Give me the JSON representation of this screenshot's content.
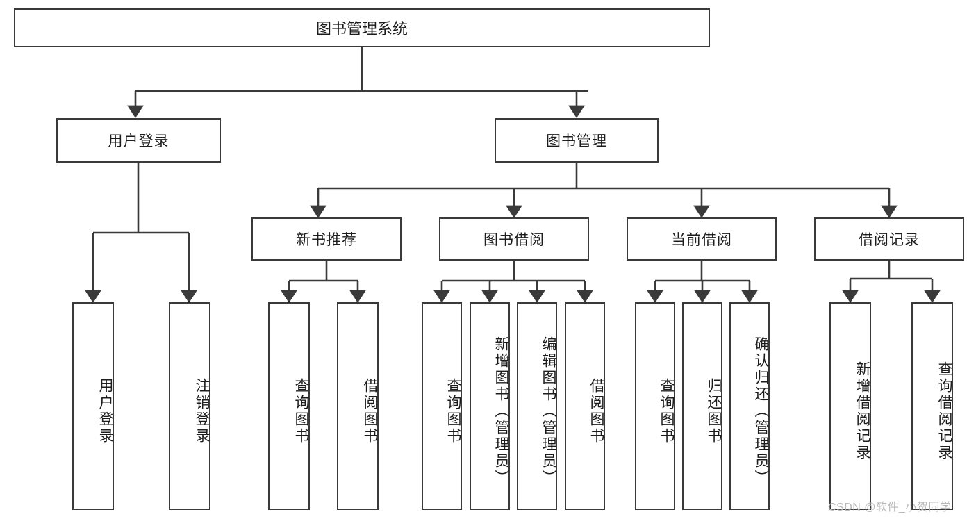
{
  "diagram": {
    "title": "图书管理系统",
    "watermark": "CSDN @软件_小贺同学",
    "colors": {
      "stroke": "#3a3a3a",
      "fill": "#ffffff",
      "text": "#1c1c1c",
      "watermark": "#b8b8b8"
    },
    "root": {
      "label": "图书管理系统"
    },
    "level2": [
      {
        "label": "用户登录"
      },
      {
        "label": "图书管理"
      }
    ],
    "level3": [
      {
        "label": "新书推荐"
      },
      {
        "label": "图书借阅"
      },
      {
        "label": "当前借阅"
      },
      {
        "label": "借阅记录"
      }
    ],
    "leaves": {
      "user_login": [
        {
          "label": "用户登录"
        },
        {
          "label": "注销登录"
        }
      ],
      "new_book_recommend": [
        {
          "label": "查询图书"
        },
        {
          "label": "借阅图书"
        }
      ],
      "book_borrow": [
        {
          "label": "查询图书"
        },
        {
          "label": "新增图书（管理员）"
        },
        {
          "label": "编辑图书（管理员）"
        },
        {
          "label": "借阅图书"
        }
      ],
      "current_borrow": [
        {
          "label": "查询图书"
        },
        {
          "label": "归还图书"
        },
        {
          "label": "确认归还（管理员）"
        }
      ],
      "borrow_record": [
        {
          "label": "新增借阅记录"
        },
        {
          "label": "查询借阅记录"
        }
      ]
    }
  }
}
